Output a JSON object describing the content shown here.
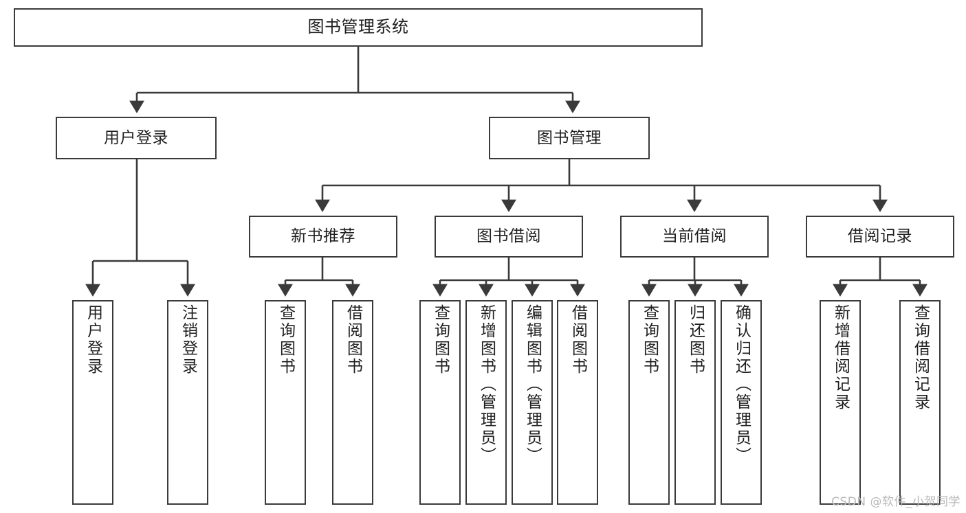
{
  "diagram": {
    "title": "图书管理系统",
    "type": "功能结构图",
    "colors": {
      "node_border": "#3a3a3a",
      "node_fill": "#ffffff",
      "edge": "#3a3a3a",
      "text": "#1f1f1f",
      "watermark": "#b9b9b9",
      "background": "#ffffff"
    }
  },
  "watermark": {
    "text": "CSDN @软件_小贺同学"
  },
  "nodes": {
    "root": {
      "label": "图书管理系统"
    },
    "level2": [
      {
        "id": "user-login",
        "label": "用户登录"
      },
      {
        "id": "book-management",
        "label": "图书管理"
      }
    ],
    "level3": [
      {
        "id": "new-book-recommend",
        "label": "新书推荐"
      },
      {
        "id": "book-borrow",
        "label": "图书借阅"
      },
      {
        "id": "current-borrow",
        "label": "当前借阅"
      },
      {
        "id": "borrow-record",
        "label": "借阅记录"
      }
    ],
    "leaves": {
      "user_login": [
        {
          "id": "leaf-user-login",
          "label": "用户登录"
        },
        {
          "id": "leaf-logout-login",
          "label": "注销登录"
        }
      ],
      "new_book_recommend": [
        {
          "id": "leaf-query-book-1",
          "label": "查询图书"
        },
        {
          "id": "leaf-borrow-book-1",
          "label": "借阅图书"
        }
      ],
      "book_borrow": [
        {
          "id": "leaf-query-book-2",
          "label": "查询图书"
        },
        {
          "id": "leaf-add-book",
          "label": "新增图书（管理员）"
        },
        {
          "id": "leaf-edit-book",
          "label": "编辑图书（管理员）"
        },
        {
          "id": "leaf-borrow-book-2",
          "label": "借阅图书"
        }
      ],
      "current_borrow": [
        {
          "id": "leaf-query-book-3",
          "label": "查询图书"
        },
        {
          "id": "leaf-return-book",
          "label": "归还图书"
        },
        {
          "id": "leaf-confirm-return",
          "label": "确认归还（管理员）"
        }
      ],
      "borrow_record": [
        {
          "id": "leaf-add-borrow-record",
          "label": "新增借阅记录"
        },
        {
          "id": "leaf-query-borrow-record",
          "label": "查询借阅记录"
        }
      ]
    }
  }
}
